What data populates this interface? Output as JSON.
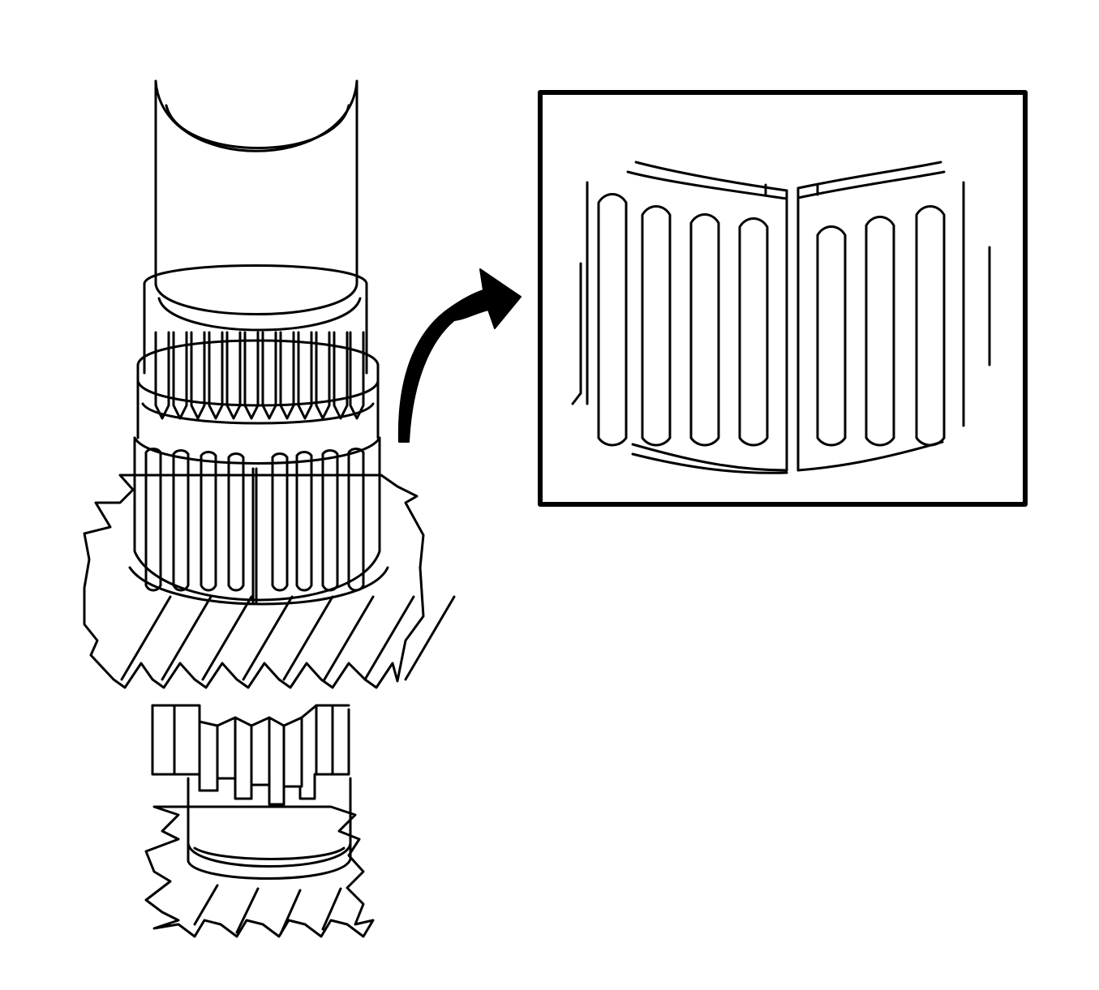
{
  "figure": {
    "components": [
      "shaft",
      "split-needle-bearing",
      "helical-gear",
      "spline-hub",
      "lower-gear",
      "callout-arrow",
      "inset-detail"
    ],
    "inset": {
      "left_half_rollers": 4,
      "right_half_rollers": 3,
      "split_cage": true
    },
    "colors": {
      "ink": "#000000",
      "background": "#ffffff"
    }
  }
}
